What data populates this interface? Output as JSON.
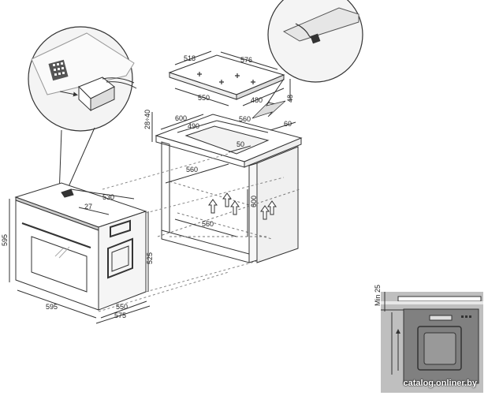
{
  "dimensions": {
    "hob_518": "518",
    "hob_576": "576",
    "hob_550": "550",
    "hob_480": "480",
    "hob_48": "48",
    "cab_28_40": "28÷40",
    "cab_600": "600",
    "cab_490": "490",
    "cab_560_top": "560",
    "cab_60": "60",
    "cab_50": "50",
    "cab_560_side": "560",
    "cab_600_height": "600",
    "cab_560_bottom": "560",
    "oven_530": "530",
    "oven_27": "27",
    "oven_595_height": "595",
    "oven_525": "525",
    "oven_595_width": "595",
    "oven_550": "550",
    "oven_575": "575",
    "inset_min25": "Min 25"
  },
  "watermark": "catalog.onliner.by",
  "colors": {
    "line": "#333333",
    "dashed": "#777777",
    "inset_bg": "#bfbfbf",
    "inset_oven": "#808080"
  }
}
